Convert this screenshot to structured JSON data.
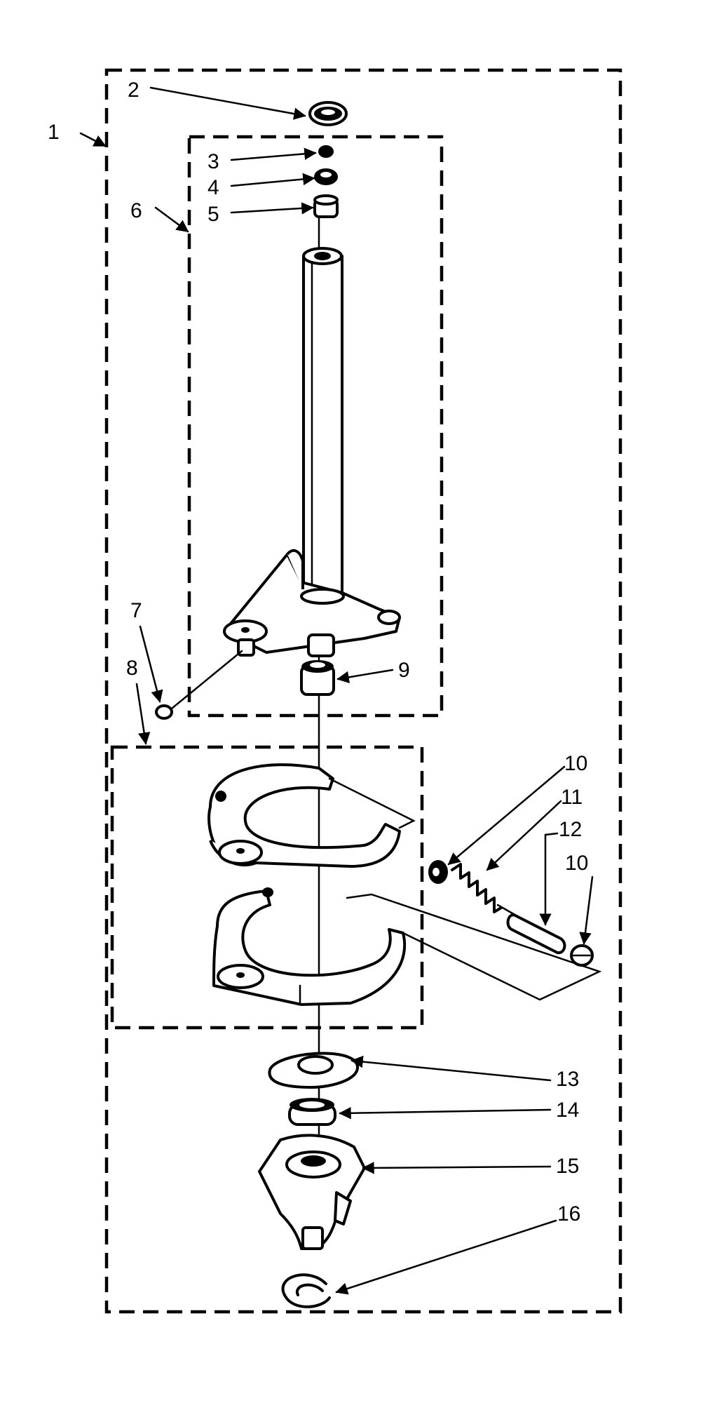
{
  "diagram": {
    "callouts": [
      {
        "id": "c1",
        "text": "1"
      },
      {
        "id": "c2",
        "text": "2"
      },
      {
        "id": "c3",
        "text": "3"
      },
      {
        "id": "c4",
        "text": "4"
      },
      {
        "id": "c5",
        "text": "5"
      },
      {
        "id": "c6",
        "text": "6"
      },
      {
        "id": "c7",
        "text": "7"
      },
      {
        "id": "c8",
        "text": "8"
      },
      {
        "id": "c9",
        "text": "9"
      },
      {
        "id": "c10a",
        "text": "10"
      },
      {
        "id": "c11",
        "text": "11"
      },
      {
        "id": "c12",
        "text": "12"
      },
      {
        "id": "c10b",
        "text": "10"
      },
      {
        "id": "c13",
        "text": "13"
      },
      {
        "id": "c14",
        "text": "14"
      },
      {
        "id": "c15",
        "text": "15"
      },
      {
        "id": "c16",
        "text": "16"
      }
    ]
  }
}
